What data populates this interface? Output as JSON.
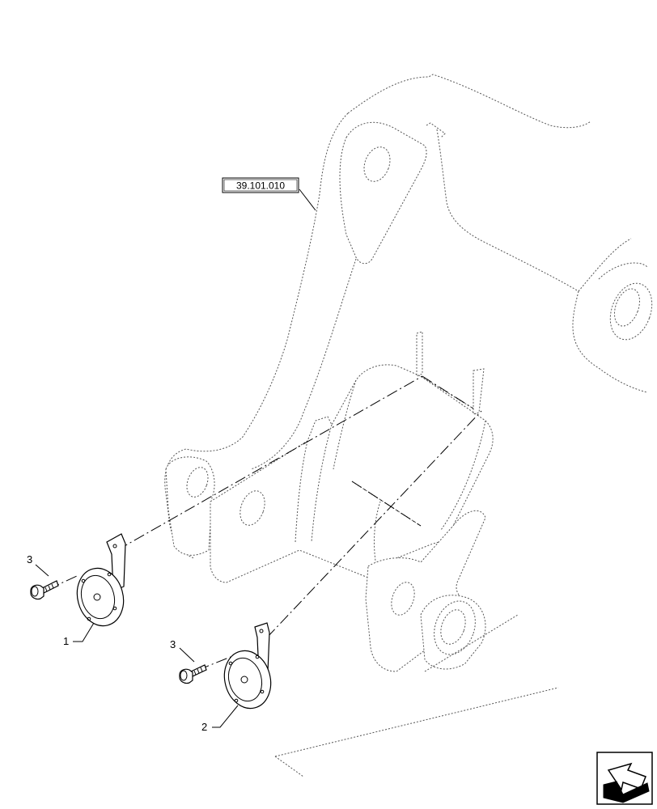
{
  "reference_box": {
    "label": "39.101.010"
  },
  "callouts": [
    {
      "id": "1",
      "label": "1"
    },
    {
      "id": "2",
      "label": "2"
    },
    {
      "id": "3a",
      "label": "3"
    },
    {
      "id": "3b",
      "label": "3"
    }
  ],
  "icons": {
    "corner": "navigation-arrow-icon"
  }
}
